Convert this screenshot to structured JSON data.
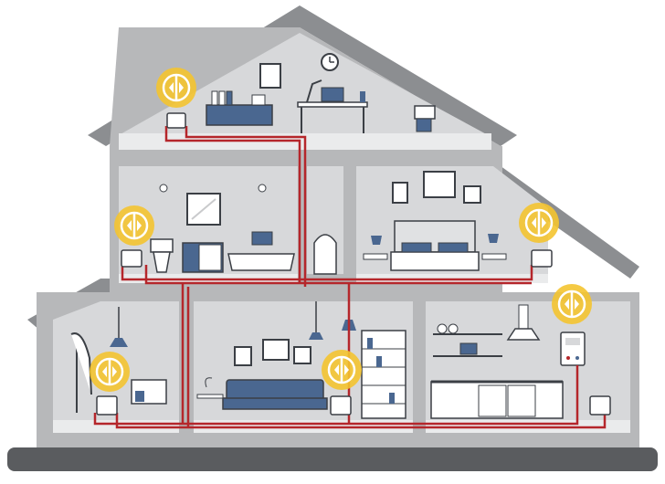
{
  "title": "",
  "colors": {
    "house_outline": "#8c8e91",
    "wall_gray": "#b7b8ba",
    "room_light": "#d7d8da",
    "floor_strip": "#e9eaeb",
    "ground": "#5a5c5f",
    "pipe": "#b5262b",
    "heater_badge": "#f4c430",
    "badge_inner": "#e0a800",
    "furniture_blue": "#4a6790",
    "furniture_white": "#ffffff",
    "outline_dark": "#3b3f45"
  },
  "icons": {
    "heater_badge": "radiator-heat-icon",
    "radiator": "radiator-icon",
    "boiler": "boiler-icon",
    "clock": "clock-icon"
  },
  "rooms": [
    {
      "id": "attic",
      "heaters": 1
    },
    {
      "id": "bathroom",
      "heaters": 1
    },
    {
      "id": "hallway",
      "heaters": 0
    },
    {
      "id": "bedroom",
      "heaters": 1
    },
    {
      "id": "entry",
      "heaters": 1
    },
    {
      "id": "living-room",
      "heaters": 1
    },
    {
      "id": "kitchen",
      "heaters": 2
    }
  ]
}
